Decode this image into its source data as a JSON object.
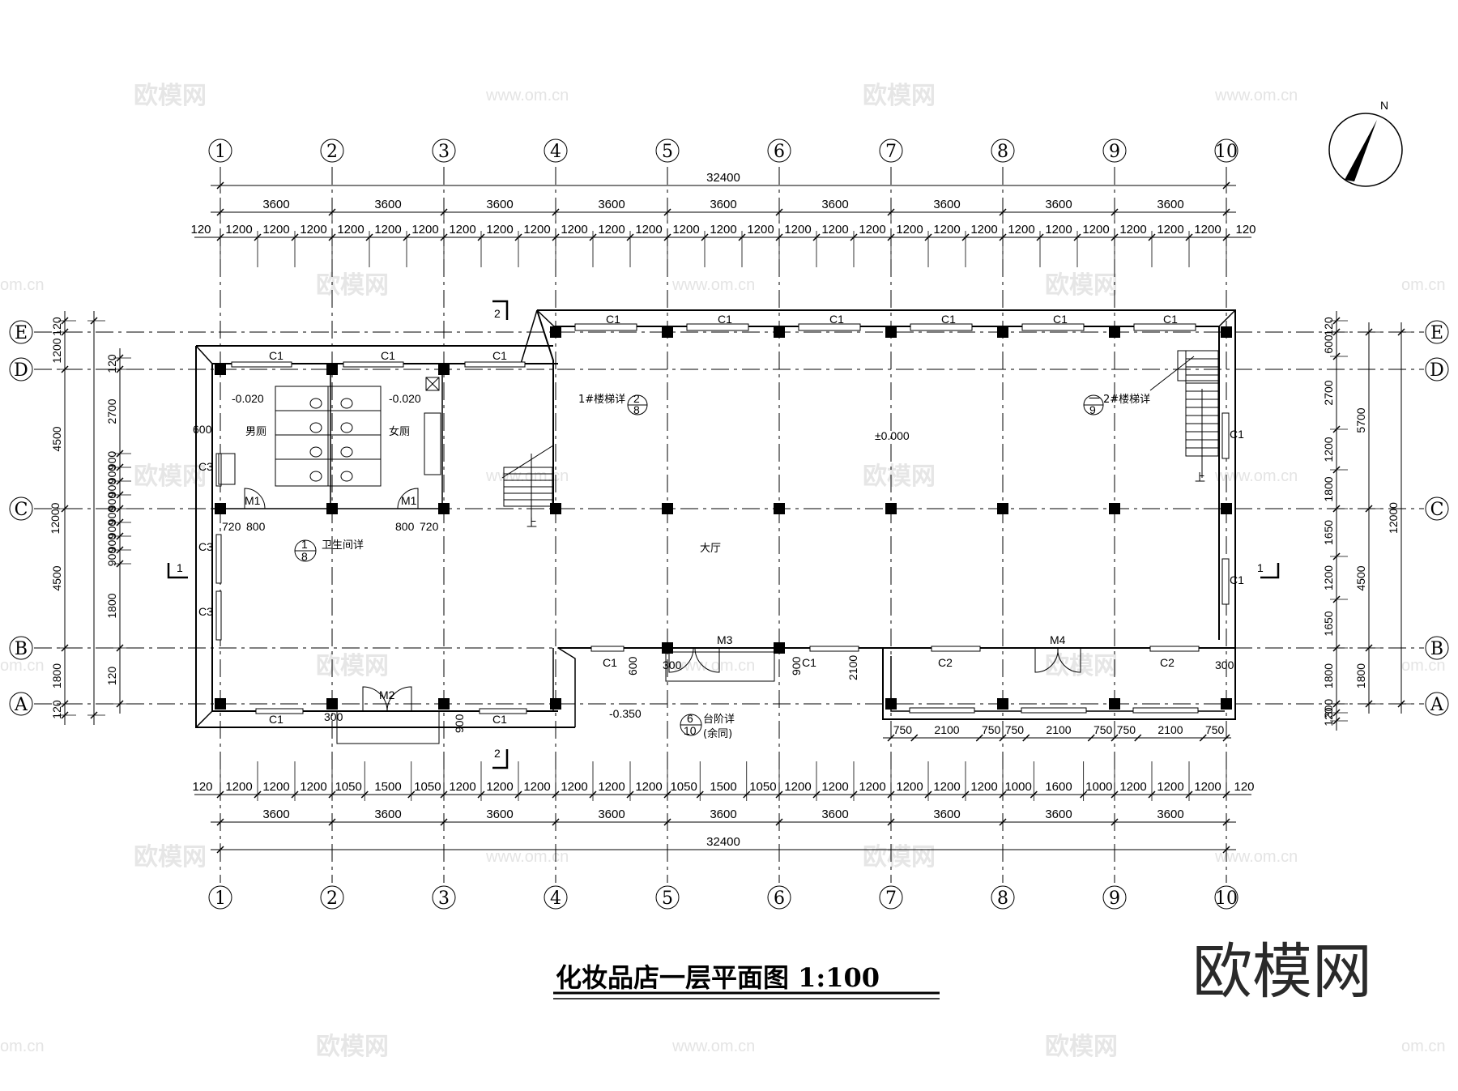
{
  "title": "化妆品店一层平面图 1:100",
  "brand": "欧模网",
  "watermark": {
    "logo": "欧模网",
    "url": "www.om.cn",
    "partial": "om.cn"
  },
  "north_label": "N",
  "axes_x": [
    "1",
    "2",
    "3",
    "4",
    "5",
    "6",
    "7",
    "8",
    "9",
    "10"
  ],
  "axes_y": [
    "E",
    "D",
    "C",
    "B",
    "A"
  ],
  "dims": {
    "total": "32400",
    "bay": "3600",
    "sub": "1200",
    "edge": "120",
    "sub_bottom": [
      "1200",
      "1200",
      "1200",
      "1050",
      "1500",
      "1050",
      "1200",
      "1200",
      "1200",
      "1200",
      "1200",
      "1200",
      "1050",
      "1500",
      "1050",
      "1200",
      "1200",
      "1200",
      "1200",
      "1200",
      "1200",
      "1000",
      "1600",
      "1000",
      "1200",
      "1200",
      "1200"
    ],
    "left_outer": [
      "120",
      "1200",
      "4500",
      "4500",
      "1800",
      "120"
    ],
    "left_total": "12000",
    "left_inner": [
      "120",
      "2700",
      "900",
      "900",
      "900",
      "900",
      "900",
      "900",
      "900",
      "900",
      "1800",
      "120"
    ],
    "right_inner": [
      "120",
      "600",
      "2700",
      "1200",
      "1800",
      "1650",
      "1200",
      "1650",
      "1800",
      "300",
      "120"
    ],
    "right_mid": [
      "5700",
      "4500",
      "1800"
    ],
    "right_total": "12000",
    "c2_row": [
      "750",
      "2100",
      "750",
      "750",
      "2100",
      "750",
      "750",
      "2100",
      "750"
    ],
    "toilet_dims": [
      "720",
      "800",
      "800",
      "720"
    ],
    "misc": {
      "d600": "600",
      "d300": "300",
      "d900": "900",
      "d2100": "2100"
    }
  },
  "labels": {
    "c1": "C1",
    "c2": "C2",
    "c3": "C3",
    "m1": "M1",
    "m2": "M2",
    "m3": "M3",
    "m4": "M4",
    "men": "男厕",
    "women": "女厕",
    "hall": "大厅",
    "elev_toilet": "-0.020",
    "elev_hall": "±0.000",
    "elev_out": "-0.350",
    "up": "上",
    "stair1": "1#楼梯详",
    "stair2": "2#楼梯详",
    "toilet_detail": "卫生间详",
    "step_detail": "台阶详",
    "step_note": "(余同)",
    "sec1": "1",
    "sec2": "2",
    "ref_stair1_top": "2",
    "ref_stair1_bot": "8",
    "ref_stair2_top": "一",
    "ref_stair2_bot": "9",
    "ref_toilet_top": "1",
    "ref_toilet_bot": "8",
    "ref_step_top": "6",
    "ref_step_bot": "10"
  }
}
